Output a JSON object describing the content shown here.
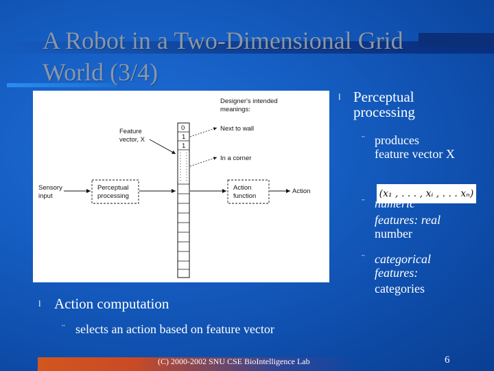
{
  "slide": {
    "title_line1": "A Robot in a Two-Dimensional Grid",
    "title_line2": "World (3/4)",
    "bullets": [
      {
        "marker": "l",
        "line1": "Perceptual",
        "line2": "processing",
        "subs": [
          {
            "marker": "¨",
            "line1": "produces",
            "line2": "feature vector X"
          },
          {
            "marker": "¨",
            "line1": "numeric",
            "line1_rest": "",
            "line2": "features: real",
            "line3": "number"
          },
          {
            "marker": "¨",
            "line1": "categorical",
            "line2": "features:",
            "line3": "categories"
          }
        ]
      },
      {
        "marker": "l",
        "line1": "Action computation",
        "subs": [
          {
            "marker": "¨",
            "line1": "selects an action  based on feature vector"
          }
        ]
      }
    ],
    "formula": "(x₁ , . . . , xᵢ , . . . xₙ)",
    "footer": "(C) 2000-2002 SNU CSE BioIntelligence Lab",
    "page_number": "6"
  },
  "figure": {
    "designer_label_1": "Designer's intended",
    "designer_label_2": "meanings:",
    "feature_label_1": "Feature",
    "feature_label_2": "vector, X",
    "next_to_wall": "Next to wall",
    "in_a_corner": "In a corner",
    "sensory_1": "Sensory",
    "sensory_2": "input",
    "perceptual_1": "Perceptual",
    "perceptual_2": "processing",
    "action_fn_1": "Action",
    "action_fn_2": "function",
    "action": "Action",
    "cell_values": [
      "0",
      "1",
      "1"
    ]
  }
}
